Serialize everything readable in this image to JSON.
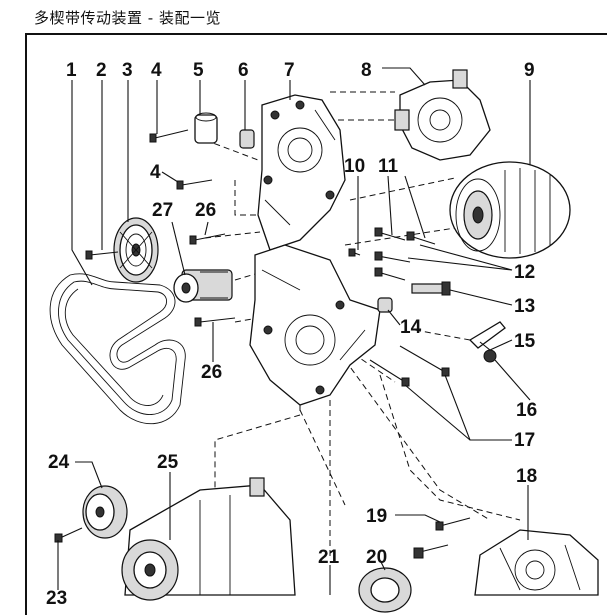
{
  "title": "多楔带传动装置 - 装配一览",
  "callouts": {
    "n1": "1",
    "n2": "2",
    "n3": "3",
    "n4a": "4",
    "n4b": "4",
    "n5": "5",
    "n6": "6",
    "n7": "7",
    "n8": "8",
    "n9": "9",
    "n10": "10",
    "n11": "11",
    "n12": "12",
    "n13": "13",
    "n14": "14",
    "n15": "15",
    "n16": "16",
    "n17": "17",
    "n18": "18",
    "n19": "19",
    "n20": "20",
    "n21": "21",
    "n23": "23",
    "n24": "24",
    "n25": "25",
    "n26a": "26",
    "n26b": "26",
    "n27": "27"
  }
}
